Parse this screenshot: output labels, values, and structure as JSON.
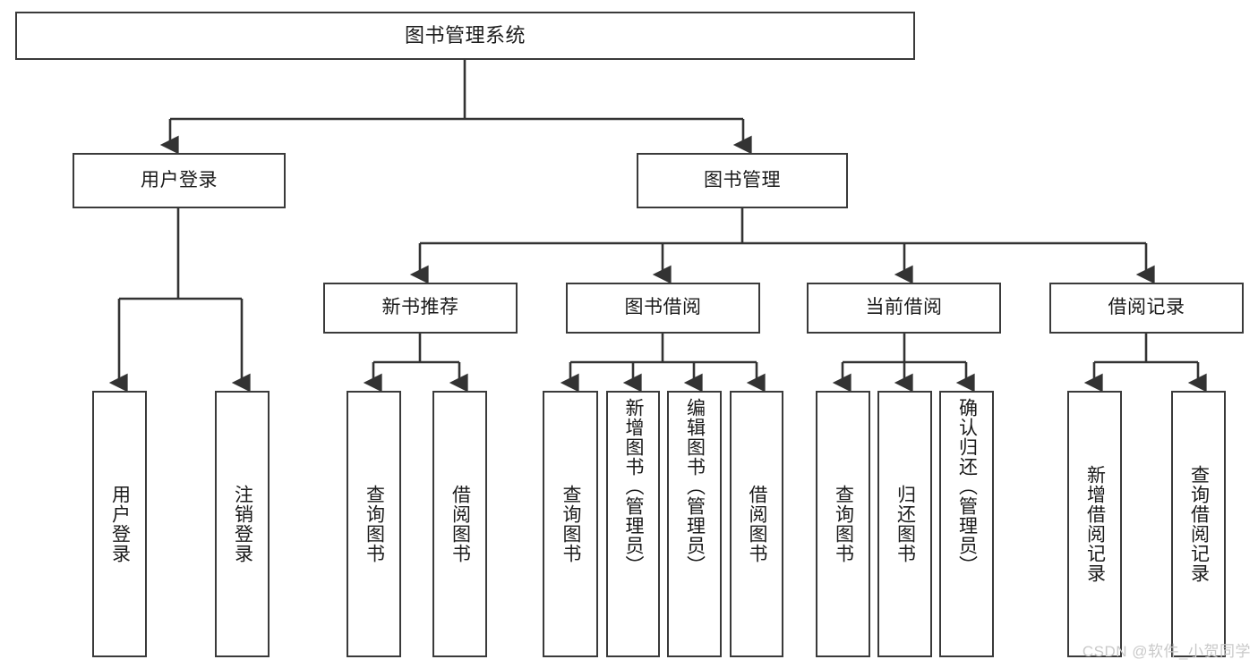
{
  "diagram": {
    "title": "图书管理系统",
    "watermark": "CSDN @软件_小贺同学",
    "colors": {
      "background": "#ffffff",
      "node_border": "#3a3a3a",
      "node_fill": "#ffffff",
      "edge": "#333333",
      "text": "#1a1a1a",
      "watermark": "#c9c9c9"
    },
    "levels": {
      "root": {
        "label": "图书管理系统"
      },
      "level1": [
        {
          "label": "用户登录"
        },
        {
          "label": "图书管理"
        }
      ],
      "level2": [
        {
          "label": "新书推荐"
        },
        {
          "label": "图书借阅"
        },
        {
          "label": "当前借阅"
        },
        {
          "label": "借阅记录"
        }
      ],
      "leaves": {
        "user_login": [
          {
            "label": "用户登录"
          },
          {
            "label": "注销登录"
          }
        ],
        "new_book_recommend": [
          {
            "label": "查询图书"
          },
          {
            "label": "借阅图书"
          }
        ],
        "book_borrow": [
          {
            "label": "查询图书"
          },
          {
            "label": "新增图书（管理员）"
          },
          {
            "label": "编辑图书（管理员）"
          },
          {
            "label": "借阅图书"
          }
        ],
        "current_borrow": [
          {
            "label": "查询图书"
          },
          {
            "label": "归还图书"
          },
          {
            "label": "确认归还（管理员）"
          }
        ],
        "borrow_record": [
          {
            "label": "新增借阅记录"
          },
          {
            "label": "查询借阅记录"
          }
        ]
      }
    }
  }
}
